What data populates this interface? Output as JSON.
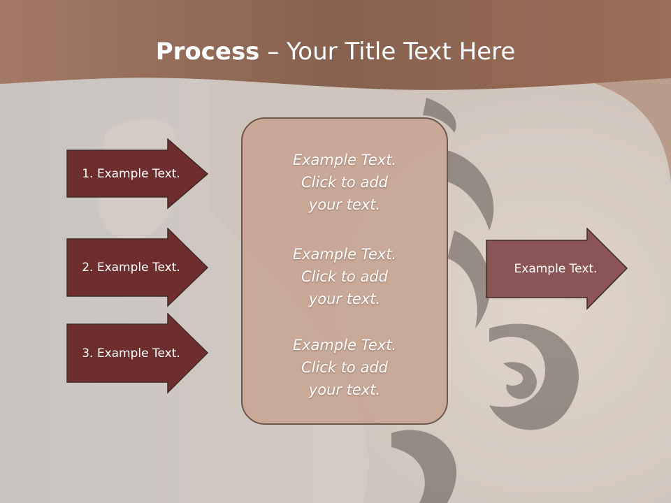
{
  "slide": {
    "title_bold": "Process",
    "title_rest": " – Your Title Text Here",
    "steps": [
      {
        "label": "1. Example Text."
      },
      {
        "label": "2. Example Text."
      },
      {
        "label": "3. Example Text."
      }
    ],
    "center_blocks": [
      {
        "line1": "Example Text.",
        "line2": "Click  to add",
        "line3": "your text."
      },
      {
        "line1": "Example Text.",
        "line2": "Click  to add",
        "line3": "your text."
      },
      {
        "line1": "Example Text.",
        "line2": "Click  to add",
        "line3": "your text."
      }
    ],
    "result": {
      "label": "Example Text."
    }
  },
  "colors": {
    "header_band": "#9a6e58",
    "step_arrow_fill": "#6e2e2e",
    "result_arrow_fill": "#8c5555",
    "center_box_fill": "#c9a896"
  }
}
